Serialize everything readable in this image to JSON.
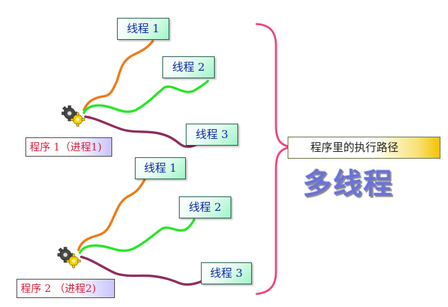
{
  "colors": {
    "thread1_line": "#f07a18",
    "thread2_line": "#25e825",
    "thread3_line": "#8e2d5e",
    "brace": "#f0457e",
    "thread_text": "#0b2aa5",
    "process_text": "#d8203b",
    "title_text": "#6b73d6"
  },
  "process1": {
    "label": "程序 1（进程1)",
    "threads": [
      "线程 1",
      "线程 2",
      "线程 3"
    ]
  },
  "process2": {
    "label": "程序 2 （进程2)",
    "threads": [
      "线程 1",
      "线程 2",
      "线程 3"
    ]
  },
  "right_panel": {
    "path_label": "程序里的执行路径",
    "title": "多线程"
  },
  "icons": {
    "process_icon": "gears-icon"
  }
}
